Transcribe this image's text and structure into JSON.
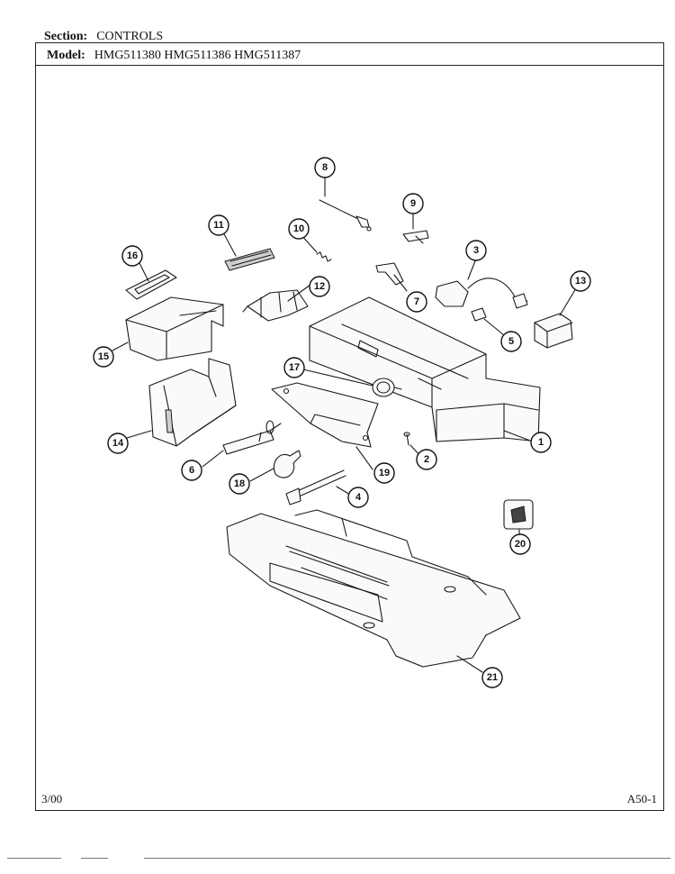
{
  "header": {
    "section_label": "Section:",
    "section_value": "CONTROLS",
    "model_label": "Model:",
    "model_value": "HMG511380 HMG511386 HMG511387"
  },
  "footer": {
    "date": "3/00",
    "page": "A50-1"
  },
  "callouts": [
    "1",
    "2",
    "3",
    "4",
    "5",
    "6",
    "7",
    "8",
    "9",
    "10",
    "11",
    "12",
    "13",
    "14",
    "15",
    "16",
    "17",
    "18",
    "19",
    "20",
    "21"
  ]
}
